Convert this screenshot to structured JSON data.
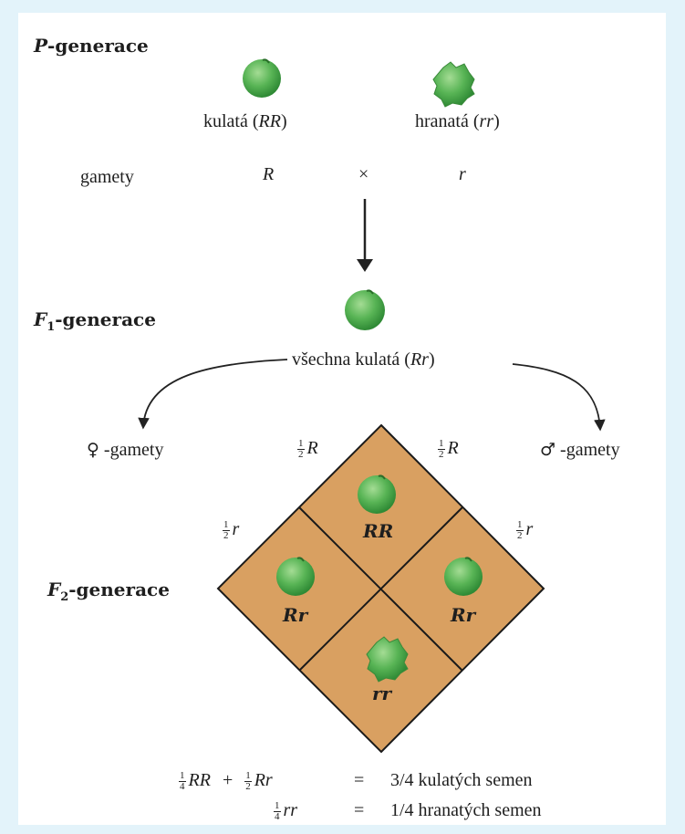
{
  "colors": {
    "background": "#e3f3fa",
    "square_fill": "#d9a061",
    "pea_green": "#52b252"
  },
  "icons": [
    "round-pea-icon",
    "wrinkled-pea-icon",
    "arrow-down-icon",
    "curved-arrow-icon",
    "female-symbol-icon",
    "male-symbol-icon"
  ],
  "p_generation": {
    "title_italic": "P",
    "title_rest": "-generace",
    "parent1": {
      "label": "kulatá (",
      "genotype": "RR",
      "close": ")"
    },
    "parent2": {
      "label": "hranatá (",
      "genotype": "rr",
      "close": ")"
    },
    "gametes_label": "gamety",
    "gamete1": "R",
    "cross": "×",
    "gamete2": "r"
  },
  "f1_generation": {
    "title_italic": "F",
    "title_sub": "1",
    "title_rest": "-generace",
    "label": "všechna kulatá (",
    "genotype": "Rr",
    "close": ")"
  },
  "female_gametes": {
    "symbol": "♀",
    "label": "-gamety"
  },
  "male_gametes": {
    "symbol": "♂",
    "label": "-gamety"
  },
  "punnett": {
    "frac_num": "1",
    "frac_den": "2",
    "allele_R": "R",
    "allele_r": "r",
    "cells": {
      "top": "RR",
      "left": "Rr",
      "right": "Rr",
      "bottom": "rr"
    }
  },
  "f2_generation": {
    "title_italic": "F",
    "title_sub": "2",
    "title_rest": "-generace"
  },
  "summary": {
    "frac_quarter_num": "1",
    "frac_quarter_den": "4",
    "frac_half_num": "1",
    "frac_half_den": "2",
    "line1_g1": "RR",
    "plus": "+",
    "line1_g2": "Rr",
    "equals": "=",
    "line1_result": "3/4 kulatých semen",
    "line2_g": "rr",
    "line2_result": "1/4 hranatých semen"
  }
}
